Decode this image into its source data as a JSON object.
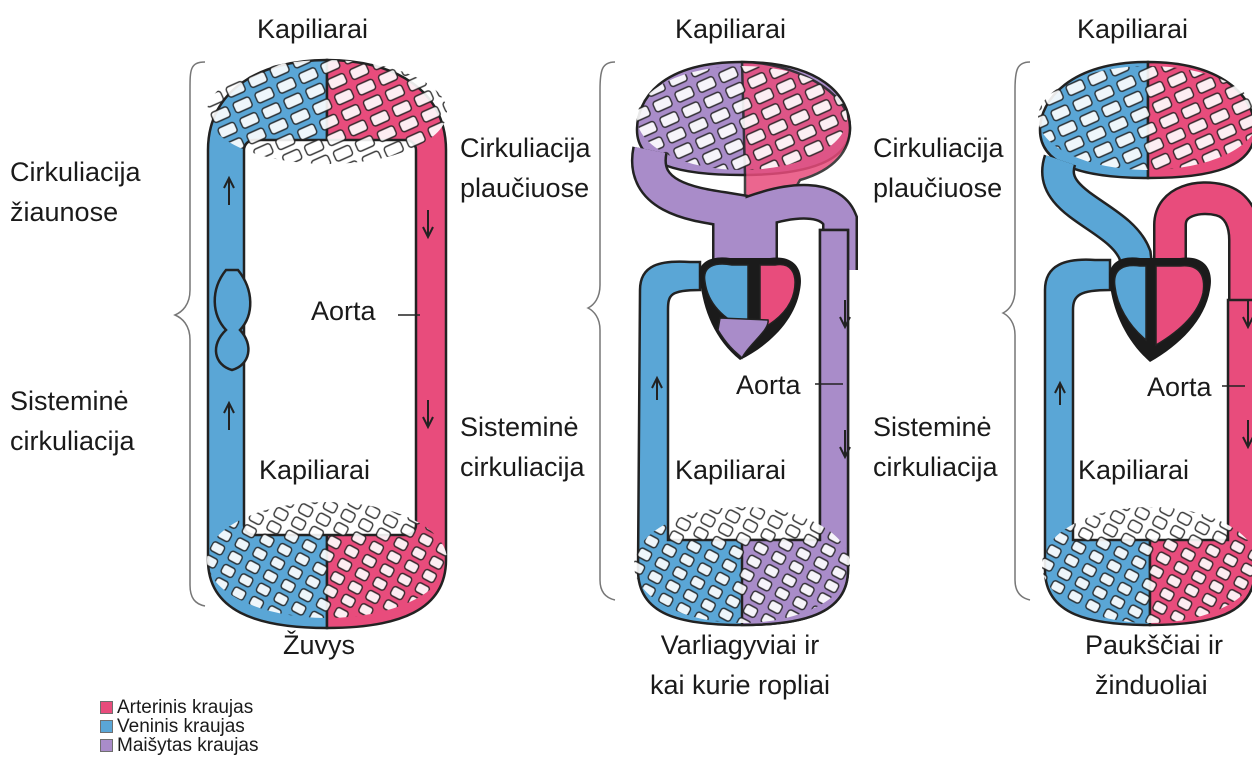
{
  "colors": {
    "arterial": "#e84c7c",
    "venous": "#5aa6d6",
    "mixed": "#a98cc9",
    "outline": "#222222",
    "heart_dark": "#1b1b1b"
  },
  "diagrams": [
    {
      "top_capillaries": "Kapiliarai",
      "upper_circuit": [
        "Cirkuliacija",
        "žiaunose"
      ],
      "aorta": "Aorta",
      "systemic": [
        "Sisteminė",
        "cirkuliacija"
      ],
      "bottom_capillaries": "Kapiliarai",
      "caption": [
        "Žuvys"
      ]
    },
    {
      "top_capillaries": "Kapiliarai",
      "upper_circuit": [
        "Cirkuliacija",
        "plaučiuose"
      ],
      "aorta": "Aorta",
      "systemic": [
        "Sisteminė",
        "cirkuliacija"
      ],
      "bottom_capillaries": "Kapiliarai",
      "caption": [
        "Varliagyviai ir",
        "kai kurie ropliai"
      ]
    },
    {
      "top_capillaries": "Kapiliarai",
      "upper_circuit": [
        "Cirkuliacija",
        "plaučiuose"
      ],
      "aorta": "Aorta",
      "systemic": [
        "Sisteminė",
        "cirkuliacija"
      ],
      "bottom_capillaries": "Kapiliarai",
      "caption": [
        "Paukščiai ir",
        "žinduoliai"
      ]
    }
  ],
  "legend": [
    {
      "label": "Arterinis kraujas",
      "color_key": "arterial"
    },
    {
      "label": "Veninis kraujas",
      "color_key": "venous"
    },
    {
      "label": "Maišytas kraujas",
      "color_key": "mixed"
    }
  ]
}
